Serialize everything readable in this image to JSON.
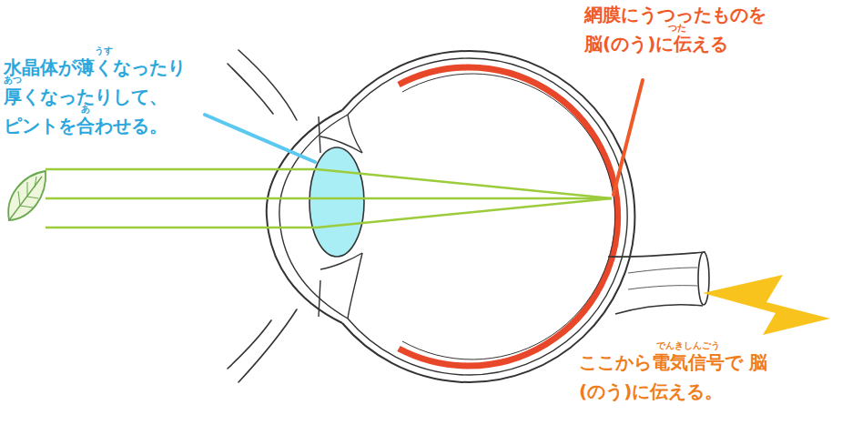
{
  "diagram": {
    "labels": [
      "水晶体が薄くなったり 厚くなったりして、 ピントを合わせる。",
      "うす",
      "あつ",
      "あ",
      "網膜にうつったものを 脳(のう)に伝える",
      "つた",
      "ここから電気信号で 脳(のう)に伝える。",
      "でんきしんごう"
    ]
  }
}
